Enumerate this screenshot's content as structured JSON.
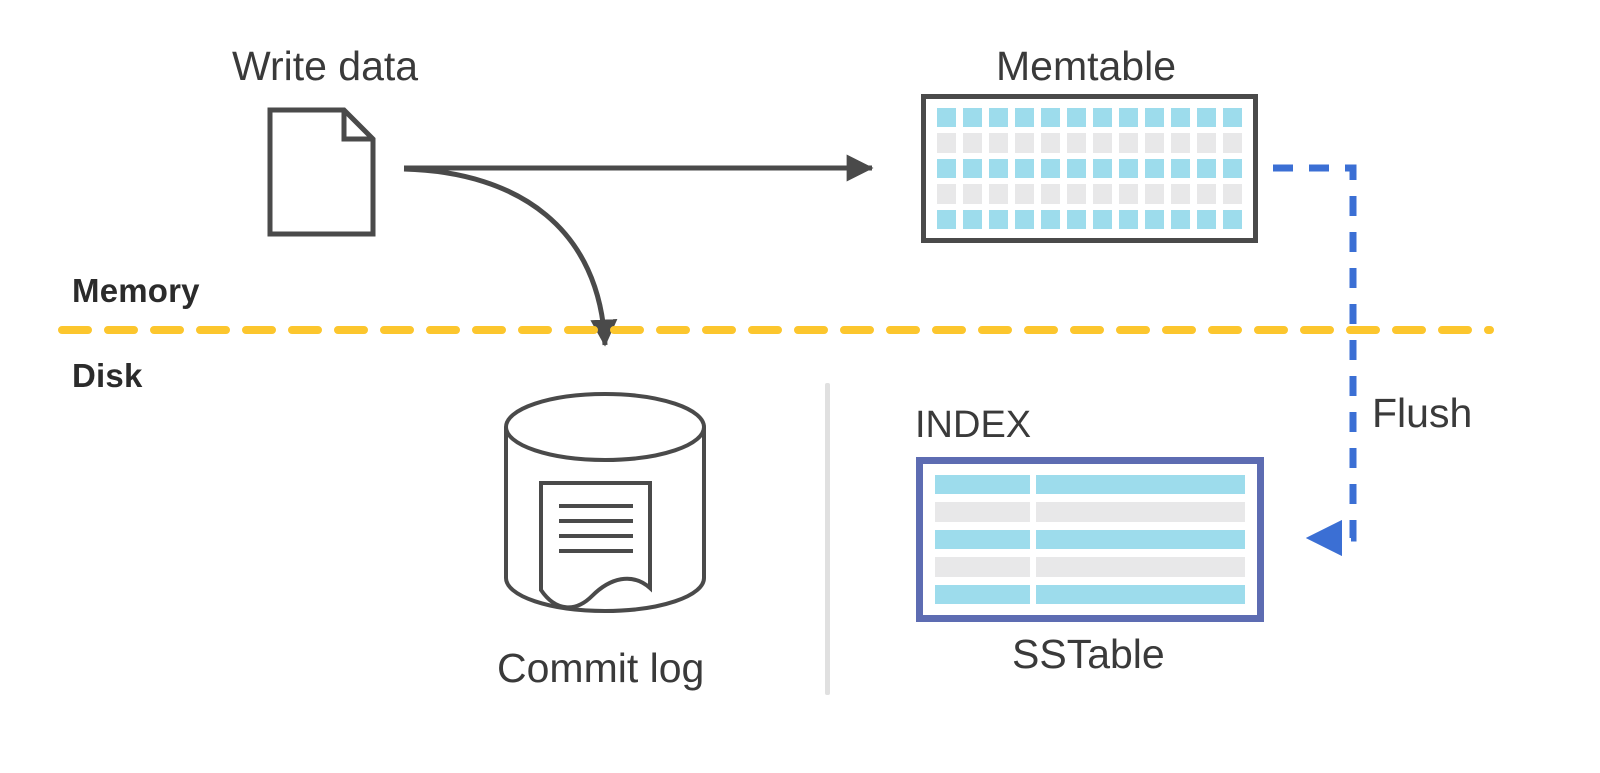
{
  "diagram": {
    "title_context": "LSM-tree write path: Memtable, Commit log, SSTable flush",
    "labels": {
      "write_data": "Write data",
      "memtable": "Memtable",
      "memory": "Memory",
      "disk": "Disk",
      "commit_log": "Commit log",
      "index": "INDEX",
      "sstable": "SSTable",
      "flush": "Flush"
    },
    "colors": {
      "cell_blue": "#9ddcec",
      "cell_gray": "#e8e8e9",
      "memtable_border": "#4a4a4a",
      "sstable_border": "#5d6cb2",
      "flush_blue": "#3b6fd4",
      "boundary_yellow": "#fcc62d",
      "arrow_gray": "#4a4a4a",
      "text_dark": "#3a3a3a",
      "divider_gray": "#e0e0e0",
      "background": "#ffffff"
    },
    "memtable_grid": {
      "rows": 5,
      "columns": 12,
      "row_fill": [
        "blue",
        "gray",
        "blue",
        "gray",
        "blue"
      ]
    },
    "sstable_grid": {
      "rows": 5,
      "columns": 2,
      "row_fill": [
        "blue",
        "gray",
        "blue",
        "gray",
        "blue"
      ]
    },
    "connectors": [
      {
        "name": "write-to-memtable",
        "from": "Write data",
        "to": "Memtable",
        "style": "solid",
        "color": "#4a4a4a",
        "arrowhead": "end"
      },
      {
        "name": "write-to-commit-log",
        "from": "Write data",
        "to": "Commit log",
        "style": "solid-curved",
        "color": "#4a4a4a",
        "arrowhead": "end"
      },
      {
        "name": "memtable-to-sstable",
        "from": "Memtable",
        "to": "SSTable",
        "style": "dashed",
        "color": "#3b6fd4",
        "arrowhead": "end",
        "label": "Flush"
      }
    ],
    "boundary": {
      "name": "memory-disk-boundary",
      "style": "dashed",
      "color": "#fcc62d",
      "above": "Memory",
      "below": "Disk"
    }
  }
}
